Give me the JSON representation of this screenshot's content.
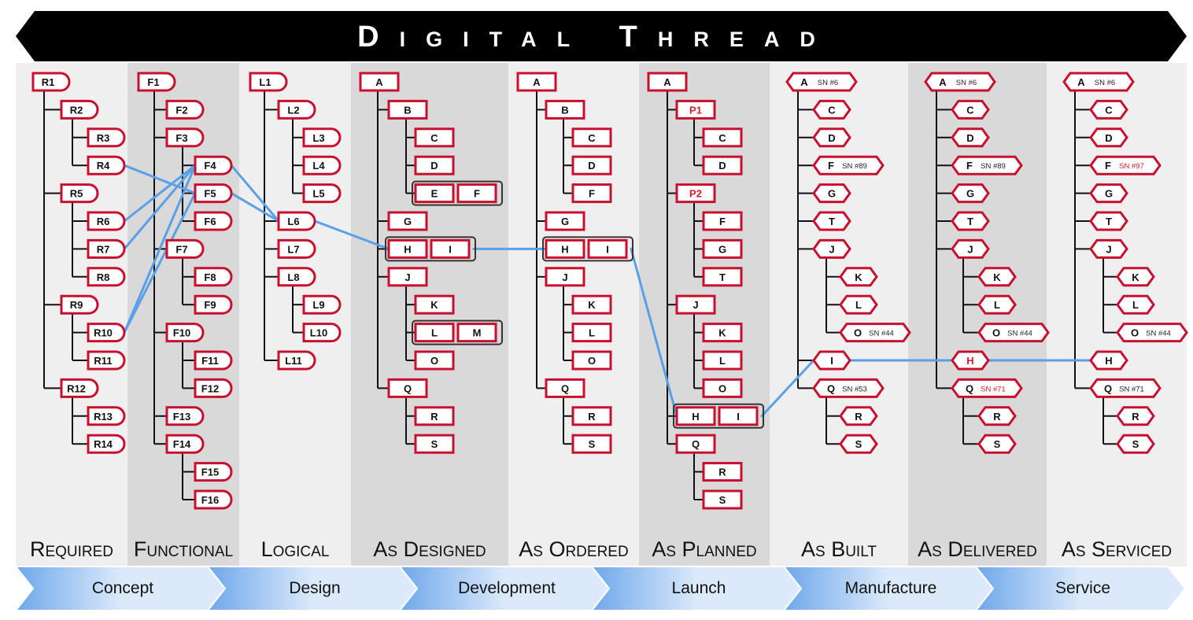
{
  "banner": {
    "title": "Digital Thread"
  },
  "colors": {
    "node_stroke": "#c8102e",
    "node_fill": "#ffffff",
    "highlight_text": "#e0182d",
    "thread_line": "#5aa0e8",
    "tree_line": "#111111",
    "banner_fill": "#000000",
    "col_light": "#efeff0",
    "col_dark": "#d9d9d9",
    "phase_light": "#dbe9fb",
    "phase_dark": "#6ea7ea"
  },
  "columns": [
    {
      "id": "required",
      "title": "Required",
      "shade": "light",
      "nodes": [
        {
          "id": "R1",
          "label": "R1",
          "d": 0
        },
        {
          "id": "R2",
          "label": "R2",
          "d": 1
        },
        {
          "id": "R3",
          "label": "R3",
          "d": 2
        },
        {
          "id": "R4",
          "label": "R4",
          "d": 2
        },
        {
          "id": "R5",
          "label": "R5",
          "d": 1
        },
        {
          "id": "R6",
          "label": "R6",
          "d": 2
        },
        {
          "id": "R7",
          "label": "R7",
          "d": 2
        },
        {
          "id": "R8",
          "label": "R8",
          "d": 2
        },
        {
          "id": "R9",
          "label": "R9",
          "d": 1
        },
        {
          "id": "R10",
          "label": "R10",
          "d": 2
        },
        {
          "id": "R11",
          "label": "R11",
          "d": 2
        },
        {
          "id": "R12",
          "label": "R12",
          "d": 1
        },
        {
          "id": "R13",
          "label": "R13",
          "d": 2
        },
        {
          "id": "R14",
          "label": "R14",
          "d": 2
        }
      ]
    },
    {
      "id": "functional",
      "title": "Functional",
      "shade": "dark",
      "nodes": [
        {
          "id": "F1",
          "label": "F1",
          "d": 0
        },
        {
          "id": "F2",
          "label": "F2",
          "d": 1
        },
        {
          "id": "F3",
          "label": "F3",
          "d": 1
        },
        {
          "id": "F4",
          "label": "F4",
          "d": 2
        },
        {
          "id": "F5",
          "label": "F5",
          "d": 2
        },
        {
          "id": "F6",
          "label": "F6",
          "d": 2
        },
        {
          "id": "F7",
          "label": "F7",
          "d": 1
        },
        {
          "id": "F8",
          "label": "F8",
          "d": 2
        },
        {
          "id": "F9",
          "label": "F9",
          "d": 2
        },
        {
          "id": "F10",
          "label": "F10",
          "d": 1
        },
        {
          "id": "F11",
          "label": "F11",
          "d": 2
        },
        {
          "id": "F12",
          "label": "F12",
          "d": 2
        },
        {
          "id": "F13",
          "label": "F13",
          "d": 1
        },
        {
          "id": "F14",
          "label": "F14",
          "d": 1
        },
        {
          "id": "F15",
          "label": "F15",
          "d": 2
        },
        {
          "id": "F16",
          "label": "F16",
          "d": 2
        }
      ]
    },
    {
      "id": "logical",
      "title": "Logical",
      "shade": "light",
      "nodes": [
        {
          "id": "L1",
          "label": "L1",
          "d": 0
        },
        {
          "id": "L2",
          "label": "L2",
          "d": 1
        },
        {
          "id": "L3",
          "label": "L3",
          "d": 2
        },
        {
          "id": "L4",
          "label": "L4",
          "d": 2
        },
        {
          "id": "L5",
          "label": "L5",
          "d": 2
        },
        {
          "id": "L6",
          "label": "L6",
          "d": 1
        },
        {
          "id": "L7",
          "label": "L7",
          "d": 1
        },
        {
          "id": "L8",
          "label": "L8",
          "d": 1
        },
        {
          "id": "L9",
          "label": "L9",
          "d": 2
        },
        {
          "id": "L10",
          "label": "L10",
          "d": 2
        },
        {
          "id": "L11",
          "label": "L11",
          "d": 1
        }
      ]
    },
    {
      "id": "as-designed",
      "title": "As Designed",
      "shade": "dark",
      "nodes": [
        {
          "id": "A",
          "label": "A",
          "d": 0
        },
        {
          "id": "B",
          "label": "B",
          "d": 1
        },
        {
          "id": "C",
          "label": "C",
          "d": 2
        },
        {
          "id": "D",
          "label": "D",
          "d": 2
        },
        {
          "id": "E",
          "label": "E",
          "d": 2,
          "pair": "F"
        },
        {
          "id": "G",
          "label": "G",
          "d": 1
        },
        {
          "id": "H",
          "label": "H",
          "d": 1,
          "pair": "I"
        },
        {
          "id": "J",
          "label": "J",
          "d": 1
        },
        {
          "id": "K",
          "label": "K",
          "d": 2
        },
        {
          "id": "L",
          "label": "L",
          "d": 2,
          "pair": "M"
        },
        {
          "id": "O",
          "label": "O",
          "d": 2
        },
        {
          "id": "Q",
          "label": "Q",
          "d": 1
        },
        {
          "id": "R",
          "label": "R",
          "d": 2
        },
        {
          "id": "S",
          "label": "S",
          "d": 2
        }
      ]
    },
    {
      "id": "as-ordered",
      "title": "As Ordered",
      "shade": "light",
      "nodes": [
        {
          "id": "A",
          "label": "A",
          "d": 0
        },
        {
          "id": "B",
          "label": "B",
          "d": 1
        },
        {
          "id": "C",
          "label": "C",
          "d": 2
        },
        {
          "id": "D",
          "label": "D",
          "d": 2
        },
        {
          "id": "F",
          "label": "F",
          "d": 2
        },
        {
          "id": "G",
          "label": "G",
          "d": 1
        },
        {
          "id": "H",
          "label": "H",
          "d": 1,
          "pair": "I"
        },
        {
          "id": "J",
          "label": "J",
          "d": 1
        },
        {
          "id": "K",
          "label": "K",
          "d": 2
        },
        {
          "id": "L",
          "label": "L",
          "d": 2
        },
        {
          "id": "O",
          "label": "O",
          "d": 2
        },
        {
          "id": "Q",
          "label": "Q",
          "d": 1
        },
        {
          "id": "R",
          "label": "R",
          "d": 2
        },
        {
          "id": "S",
          "label": "S",
          "d": 2
        }
      ]
    },
    {
      "id": "as-planned",
      "title": "As Planned",
      "shade": "dark",
      "nodes": [
        {
          "id": "A",
          "label": "A",
          "d": 0
        },
        {
          "id": "P1",
          "label": "P1",
          "d": 1,
          "red": true
        },
        {
          "id": "C",
          "label": "C",
          "d": 2
        },
        {
          "id": "D",
          "label": "D",
          "d": 2
        },
        {
          "id": "P2",
          "label": "P2",
          "d": 1,
          "red": true
        },
        {
          "id": "F",
          "label": "F",
          "d": 2
        },
        {
          "id": "G",
          "label": "G",
          "d": 2
        },
        {
          "id": "T",
          "label": "T",
          "d": 2
        },
        {
          "id": "J",
          "label": "J",
          "d": 1
        },
        {
          "id": "K",
          "label": "K",
          "d": 2
        },
        {
          "id": "L",
          "label": "L",
          "d": 2
        },
        {
          "id": "O",
          "label": "O",
          "d": 2
        },
        {
          "id": "H",
          "label": "H",
          "d": 1,
          "pair": "I"
        },
        {
          "id": "Q",
          "label": "Q",
          "d": 1
        },
        {
          "id": "R",
          "label": "R",
          "d": 2
        },
        {
          "id": "S",
          "label": "S",
          "d": 2
        }
      ]
    },
    {
      "id": "as-built",
      "title": "As Built",
      "shade": "light",
      "nodes": [
        {
          "id": "A",
          "label": "A",
          "sn": "SN #6",
          "d": 0
        },
        {
          "id": "C",
          "label": "C",
          "d": 1
        },
        {
          "id": "D",
          "label": "D",
          "d": 1
        },
        {
          "id": "F",
          "label": "F",
          "sn": "SN #89",
          "d": 1
        },
        {
          "id": "G",
          "label": "G",
          "d": 1
        },
        {
          "id": "T",
          "label": "T",
          "d": 1
        },
        {
          "id": "J",
          "label": "J",
          "d": 1
        },
        {
          "id": "K",
          "label": "K",
          "d": 2
        },
        {
          "id": "L",
          "label": "L",
          "d": 2
        },
        {
          "id": "O",
          "label": "O",
          "sn": "SN #44",
          "d": 2
        },
        {
          "id": "I",
          "label": "I",
          "d": 1
        },
        {
          "id": "Q",
          "label": "Q",
          "sn": "SN #53",
          "d": 1
        },
        {
          "id": "R",
          "label": "R",
          "d": 2
        },
        {
          "id": "S",
          "label": "S",
          "d": 2
        }
      ]
    },
    {
      "id": "as-delivered",
      "title": "As Delivered",
      "shade": "dark",
      "nodes": [
        {
          "id": "A",
          "label": "A",
          "sn": "SN #6",
          "d": 0
        },
        {
          "id": "C",
          "label": "C",
          "d": 1
        },
        {
          "id": "D",
          "label": "D",
          "d": 1
        },
        {
          "id": "F",
          "label": "F",
          "sn": "SN #89",
          "d": 1
        },
        {
          "id": "G",
          "label": "G",
          "d": 1
        },
        {
          "id": "T",
          "label": "T",
          "d": 1
        },
        {
          "id": "J",
          "label": "J",
          "d": 1
        },
        {
          "id": "K",
          "label": "K",
          "d": 2
        },
        {
          "id": "L",
          "label": "L",
          "d": 2
        },
        {
          "id": "O",
          "label": "O",
          "sn": "SN #44",
          "d": 2
        },
        {
          "id": "H",
          "label": "H",
          "d": 1,
          "red": true
        },
        {
          "id": "Q",
          "label": "Q",
          "sn": "SN #71",
          "snRed": true,
          "d": 1
        },
        {
          "id": "R",
          "label": "R",
          "d": 2
        },
        {
          "id": "S",
          "label": "S",
          "d": 2
        }
      ]
    },
    {
      "id": "as-serviced",
      "title": "As Serviced",
      "shade": "light",
      "nodes": [
        {
          "id": "A",
          "label": "A",
          "sn": "SN #6",
          "d": 0
        },
        {
          "id": "C",
          "label": "C",
          "d": 1
        },
        {
          "id": "D",
          "label": "D",
          "d": 1
        },
        {
          "id": "F",
          "label": "F",
          "sn": "SN #97",
          "snRed": true,
          "d": 1
        },
        {
          "id": "G",
          "label": "G",
          "d": 1
        },
        {
          "id": "T",
          "label": "T",
          "d": 1
        },
        {
          "id": "J",
          "label": "J",
          "d": 1
        },
        {
          "id": "K",
          "label": "K",
          "d": 2
        },
        {
          "id": "L",
          "label": "L",
          "d": 2
        },
        {
          "id": "O",
          "label": "O",
          "sn": "SN #44",
          "d": 2
        },
        {
          "id": "H",
          "label": "H",
          "d": 1
        },
        {
          "id": "Q",
          "label": "Q",
          "sn": "SN #71",
          "d": 1
        },
        {
          "id": "R",
          "label": "R",
          "d": 2
        },
        {
          "id": "S",
          "label": "S",
          "d": 2
        }
      ]
    }
  ],
  "phases": [
    {
      "label": "Concept"
    },
    {
      "label": "Design"
    },
    {
      "label": "Development"
    },
    {
      "label": "Launch"
    },
    {
      "label": "Manufacture"
    },
    {
      "label": "Service"
    }
  ]
}
